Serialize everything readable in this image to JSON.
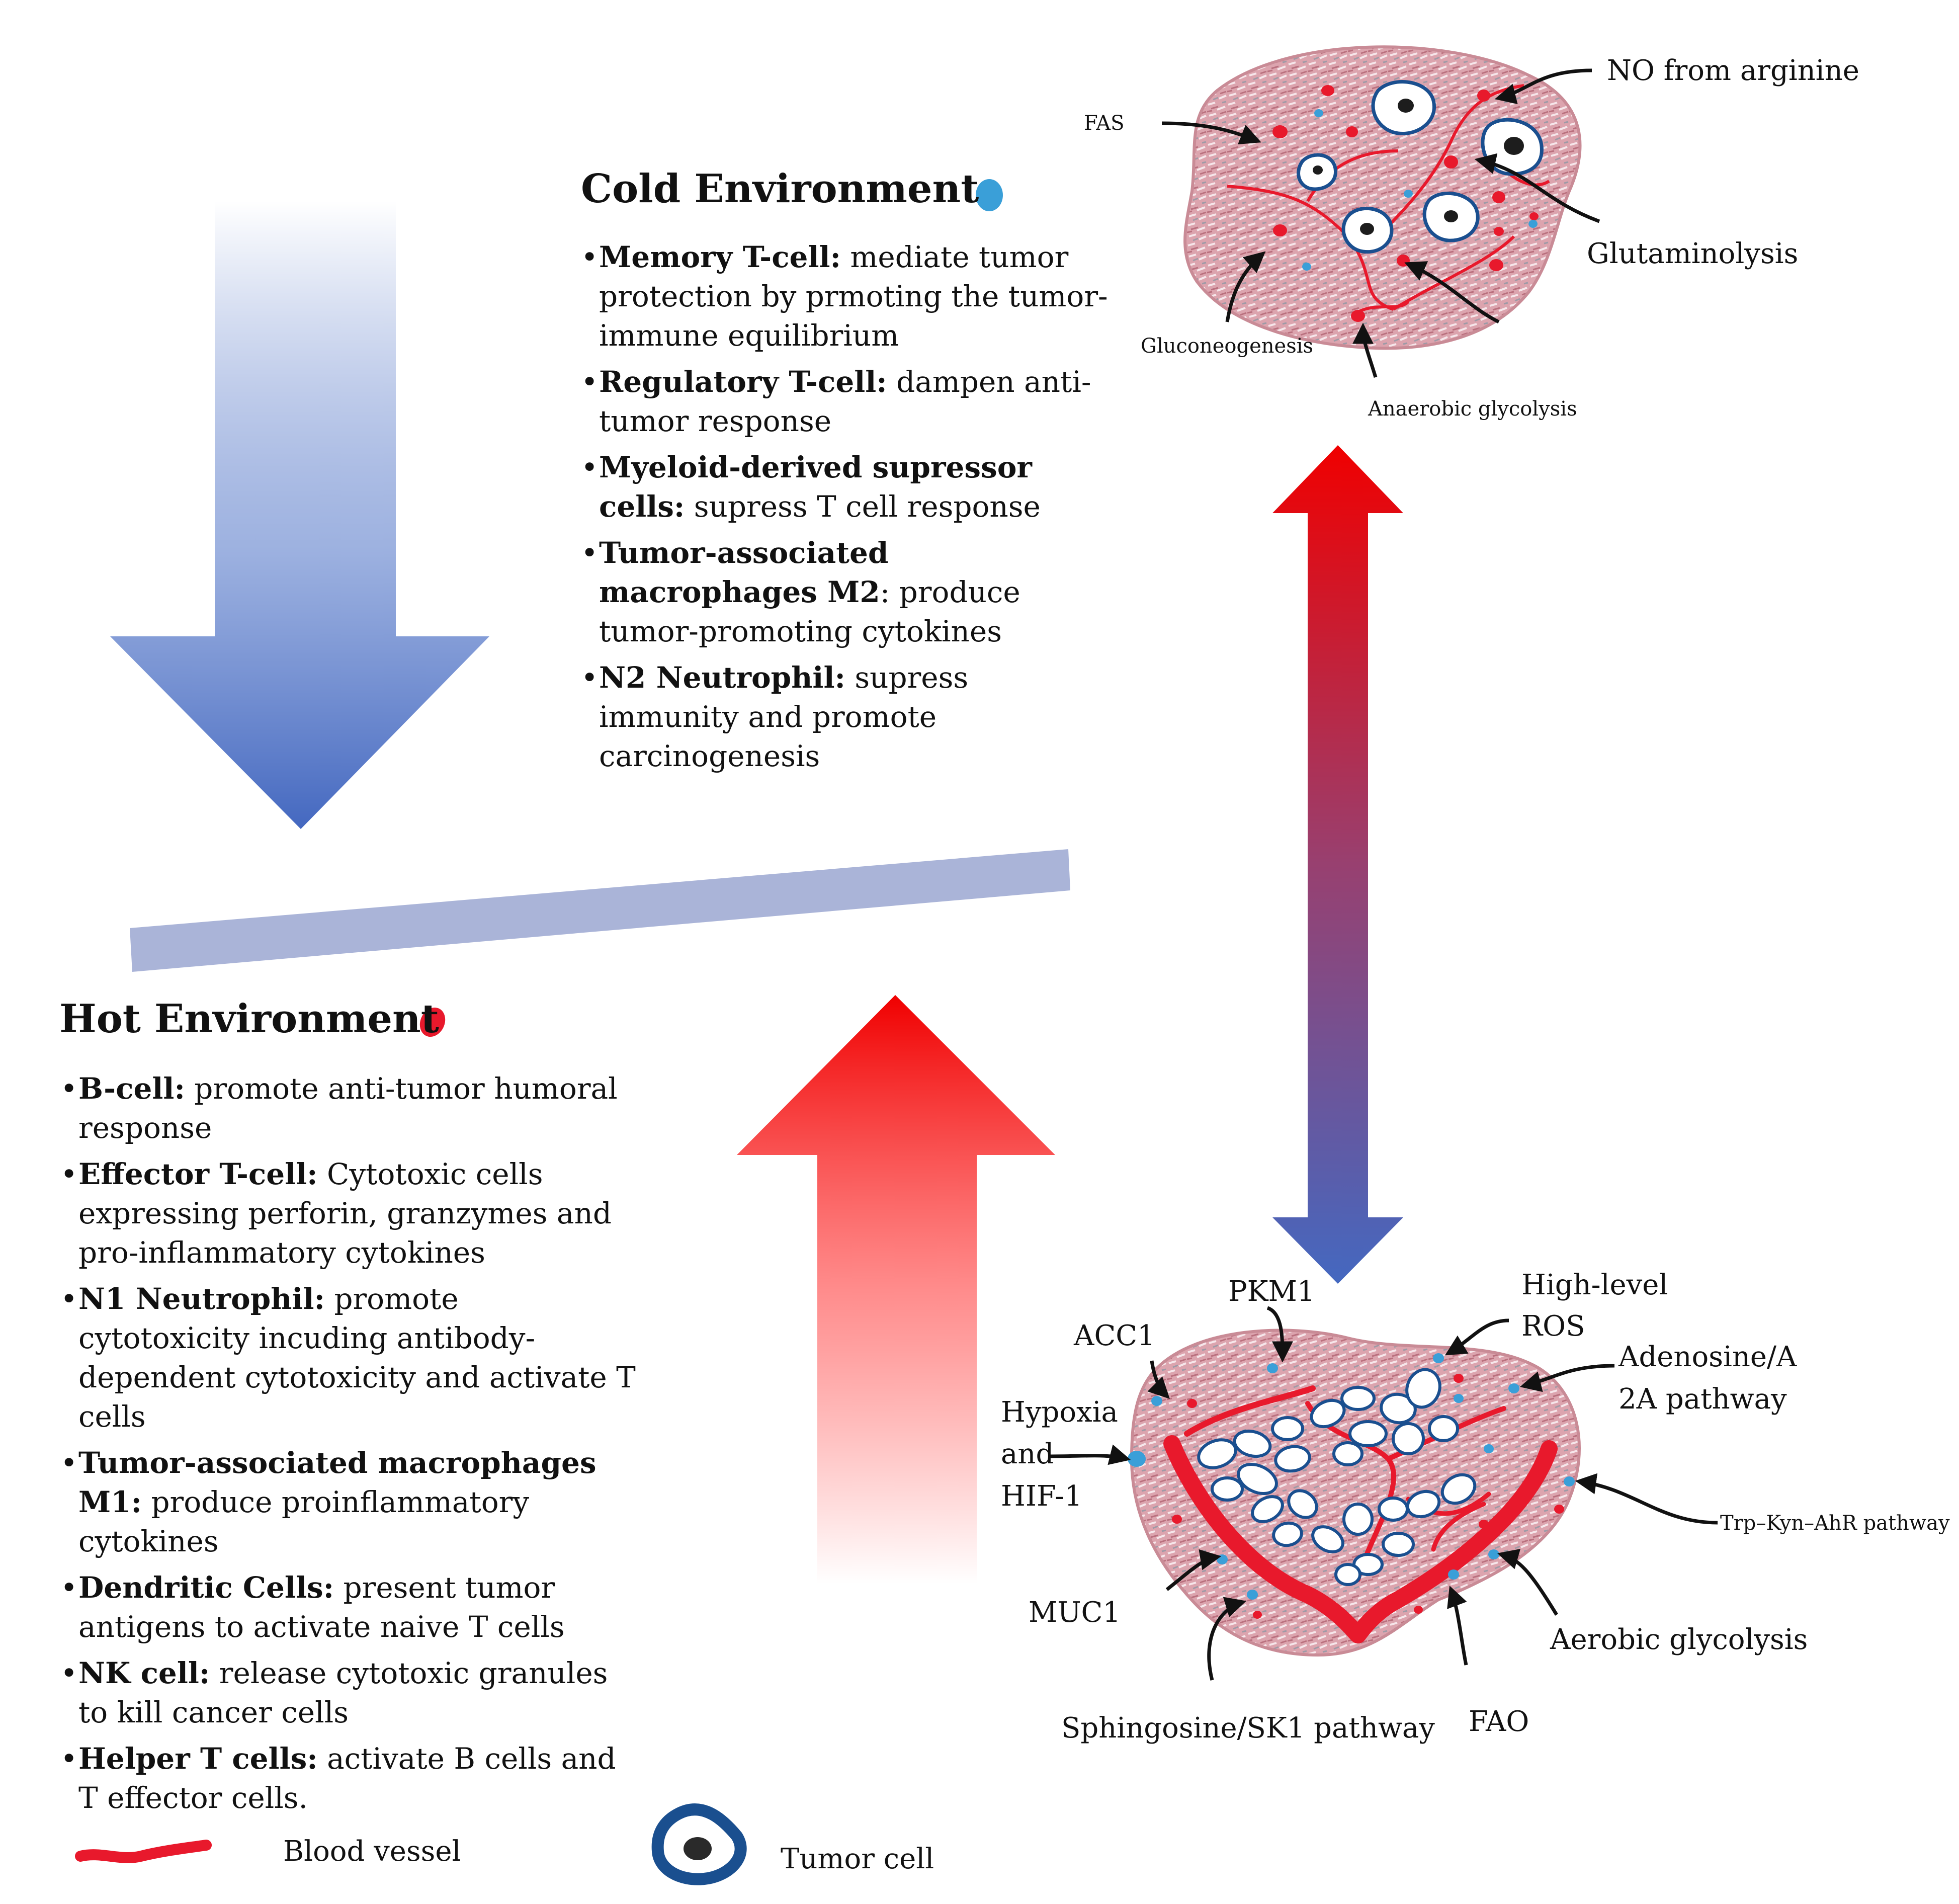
{
  "cold": {
    "title": "Cold Environment",
    "items": [
      {
        "term": "Memory T-cell:",
        "desc": " mediate tumor protection by prmoting the tumor-immune equilibrium"
      },
      {
        "term": "Regulatory T-cell:",
        "desc": " dampen anti-tumor response"
      },
      {
        "term": "Myeloid-derived supressor cells:",
        "desc": " supress T cell response"
      },
      {
        "term": "Tumor-associated macrophages M2",
        "desc": ": produce tumor-promoting cytokines"
      },
      {
        "term": "N2 Neutrophil:",
        "desc": " supress immunity and promote carcinogenesis"
      }
    ]
  },
  "hot": {
    "title": "Hot Environment",
    "items": [
      {
        "term": "B-cell:",
        "desc": " promote anti-tumor humoral response"
      },
      {
        "term": "Effector T-cell:",
        "desc": " Cytotoxic cells expressing perforin, granzymes and pro-inflammatory cytokines"
      },
      {
        "term": "N1 Neutrophil:",
        "desc": " promote cytotoxicity incuding antibody-dependent cytotoxicity and activate T cells"
      },
      {
        "term": "Tumor-associated macrophages M1:",
        "desc": " produce proinflammatory cytokines"
      },
      {
        "term": "Dendritic Cells:",
        "desc": " present tumor antigens to activate naive T cells"
      },
      {
        "term": "NK cell:",
        "desc": " release cytotoxic granules to kill cancer cells"
      },
      {
        "term": "Helper T cells:",
        "desc": " activate B cells and T effector cells."
      }
    ]
  },
  "cold_labels": {
    "fas": "FAS",
    "no_arginine": "NO from arginine",
    "glutaminolysis": "Glutaminolysis",
    "gluconeogenesis": "Gluconeogenesis",
    "anaerobic": "Anaerobic glycolysis"
  },
  "hot_labels": {
    "pkm1": "PKM1",
    "ros_1": "High-level",
    "ros_2": "ROS",
    "acc1": "ACC1",
    "adenosine_1": "Adenosine/A",
    "adenosine_2": "2A pathway",
    "hypoxia_1": "Hypoxia",
    "hypoxia_2": "and",
    "hypoxia_3": "HIF-1",
    "trp": "Trp–Kyn–AhR pathway",
    "muc1": "MUC1",
    "aerobic": "Aerobic glycolysis",
    "sphingosine": "Sphingosine/SK1 pathway",
    "fao": "FAO"
  },
  "legend": {
    "vessel": "Blood vessel",
    "tumor": "Tumor cell"
  },
  "colors": {
    "cold_blue": "#3a9fd8",
    "hot_red": "#e8192c",
    "arrow_blue": "#4468c0",
    "arrow_red": "#f00000",
    "balance_bar": "#aab4d8",
    "tissue_pink": "#d99aa6",
    "cell_outline": "#1a4f8f"
  }
}
